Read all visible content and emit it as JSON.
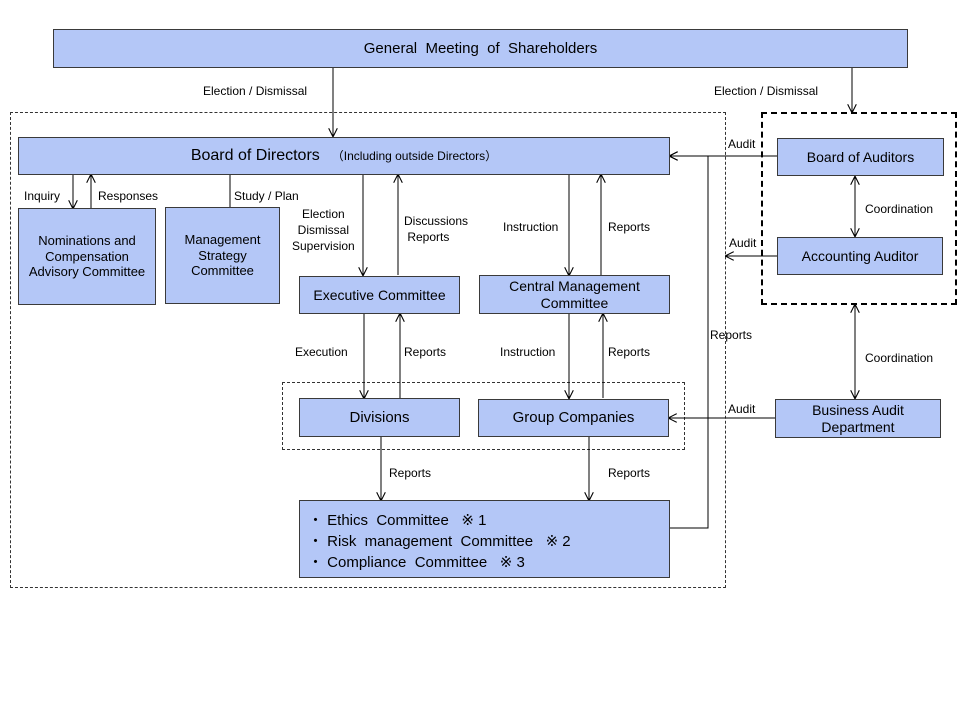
{
  "nodes": {
    "gms": "General  Meeting  of  Shareholders",
    "board_main": "Board of Directors",
    "board_sub": "（Including outside Directors）",
    "nominations": "Nominations and Compensation Advisory Committee",
    "strategy": "Management Strategy Committee",
    "exec": "Executive Committee",
    "central": "Central Management Committee",
    "divisions": "Divisions",
    "group": "Group Companies",
    "auditors": "Board of Auditors",
    "acct": "Accounting Auditor",
    "bad": "Business Audit Department",
    "committees": [
      "・ Ethics  Committee   ※ 1",
      "・ Risk  management  Committee   ※ 2",
      "・ Compliance  Committee   ※ 3"
    ]
  },
  "labels": {
    "election_dismissal_left": "Election / Dismissal",
    "election_dismissal_right": "Election / Dismissal",
    "audit_board": "Audit",
    "audit_acct": "Audit",
    "audit_group": "Audit",
    "coordination_top": "Coordination",
    "coordination_bottom": "Coordination",
    "inquiry": "Inquiry",
    "responses": "Responses",
    "study_plan": "Study / Plan",
    "election_dismissal_supervision": [
      "Election",
      "Dismissal",
      "Supervision"
    ],
    "discussions_reports": [
      "Discussions",
      " Reports"
    ],
    "instruction_top": "Instruction",
    "reports_central_up": "Reports",
    "execution": "Execution",
    "reports_exec_up": "Reports",
    "instruction_mid": "Instruction",
    "reports_group_up": "Reports",
    "reports_div_down": "Reports",
    "reports_group_down": "Reports",
    "reports_right": "Reports"
  }
}
